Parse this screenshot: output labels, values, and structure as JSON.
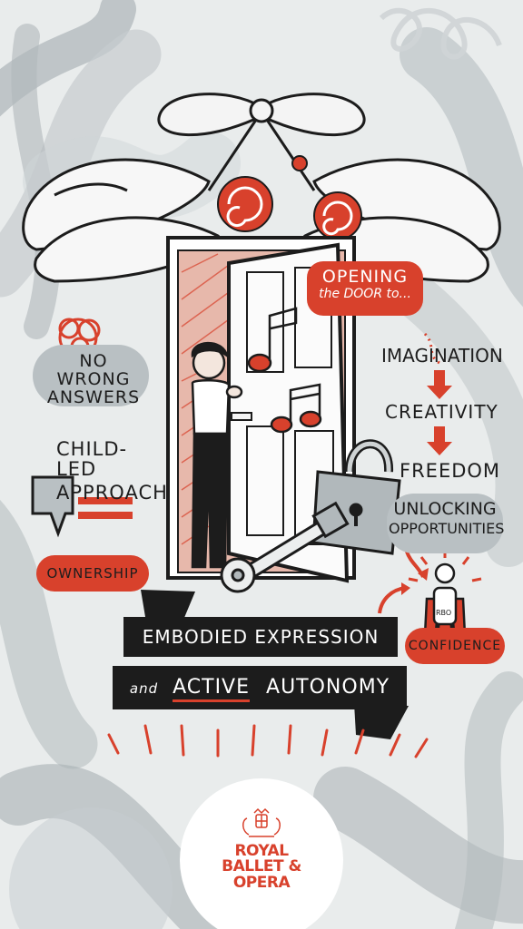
{
  "labels": {
    "no_wrong_line1": "NO WRONG",
    "no_wrong_line2": "ANSWERS",
    "child_led_line1": "CHILD-LED",
    "child_led_line2": "APPROACH",
    "ownership": "OWNERSHIP",
    "opening_line1": "OPENING",
    "opening_line2": "the DOOR to...",
    "imagination": "IMAGINATION",
    "creativity": "CREATIVITY",
    "freedom": "FREEDOM",
    "unlocking_line1": "UNLOCKING",
    "unlocking_line2": "OPPORTUNITIES",
    "confidence": "CONFIDENCE",
    "hero_badge": "RBO"
  },
  "banner": {
    "line1": "EMBODIED EXPRESSION",
    "line2_prefix": "and",
    "line2_word1": "ACTIVE",
    "line2_word2": "AUTONOMY"
  },
  "logo": {
    "line1": "ROYAL",
    "line2": "BALLET &",
    "line3": "OPERA"
  },
  "colors": {
    "red": "#d8412c",
    "black": "#1c1c1c",
    "grey": "#b9c0c3",
    "background": "#e9ecec"
  }
}
